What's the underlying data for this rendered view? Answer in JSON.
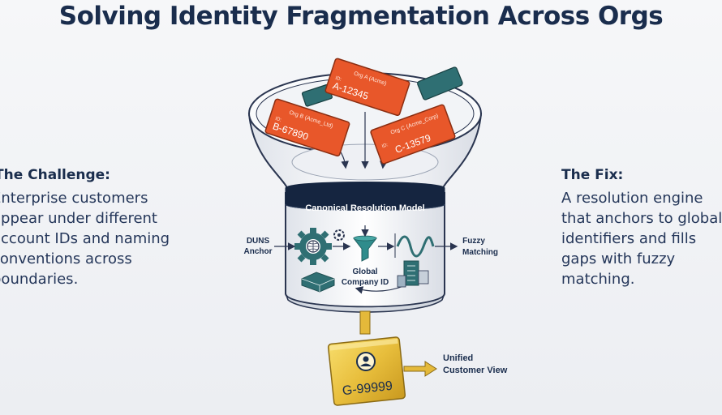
{
  "title": "Solving Identity Fragmentation Across Orgs",
  "challenge": {
    "heading": "The Challenge:",
    "lines": [
      "Enterprise customers",
      "appear under different",
      "account IDs and naming",
      "conventions across",
      "boundaries."
    ]
  },
  "fix": {
    "heading": "The Fix:",
    "lines": [
      "A resolution engine",
      "that anchors to global",
      "identifiers and fills",
      "gaps with fuzzy",
      "matching."
    ]
  },
  "cards": [
    {
      "label": "Org A (Acme)",
      "sub": "ID:",
      "id": "A-12345"
    },
    {
      "label": "Org B (Acme_Ltd)",
      "sub": "ID:",
      "id": "B-67890"
    },
    {
      "label": "Org C (Acme_Corp)",
      "sub": "ID:",
      "id": "C-13579"
    }
  ],
  "model_label": "Canonical Resolution Model",
  "duns_label": [
    "DUNS",
    "Anchor"
  ],
  "global_label": [
    "Global",
    "Company ID"
  ],
  "fuzzy_label": [
    "Fuzzy",
    "Matching"
  ],
  "output": {
    "id": "G-99999",
    "label": [
      "Unified",
      "Customer View"
    ]
  },
  "colors": {
    "orange": "#e8572a",
    "teal": "#2f6f73",
    "navy": "#1a2d4d",
    "gold": "#e4b93a"
  }
}
